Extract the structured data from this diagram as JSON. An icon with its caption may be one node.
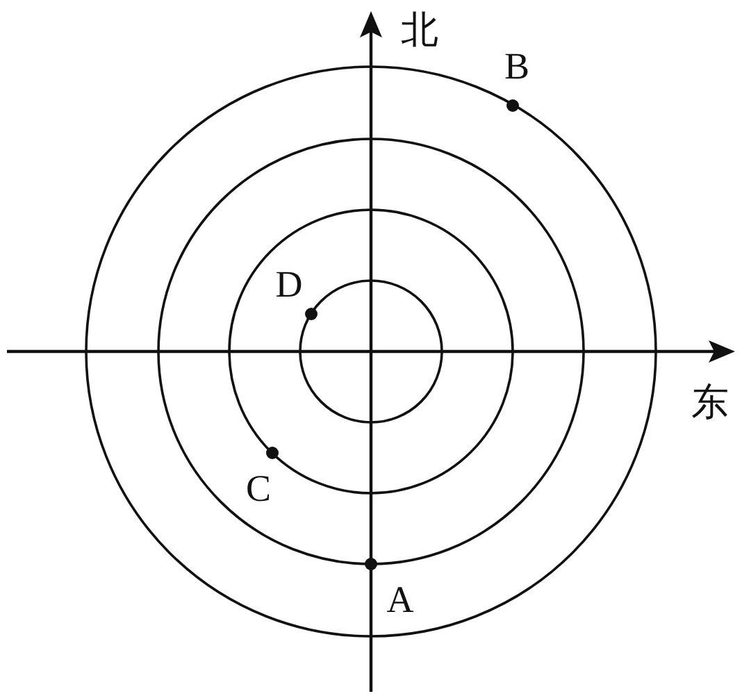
{
  "diagram": {
    "labels": [
      "北",
      "B",
      "D",
      "东",
      "C",
      "A"
    ]
  }
}
